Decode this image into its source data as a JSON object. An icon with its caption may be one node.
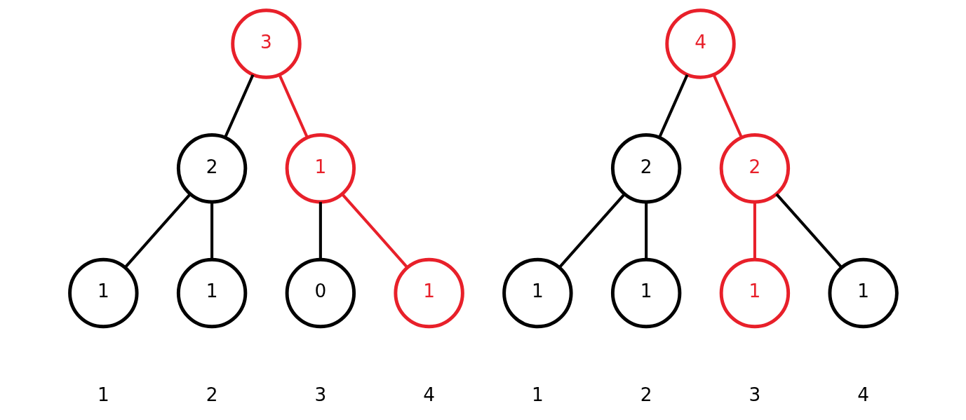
{
  "diagram": {
    "nodes": [
      {
        "text": [
          "3"
        ]
      },
      {
        "text": [
          "2"
        ]
      },
      {
        "text": [
          "1"
        ]
      },
      {
        "text": [
          "1"
        ],
        "beside": [
          "1"
        ]
      },
      {
        "text": [
          "1"
        ],
        "beside": [
          "2"
        ]
      },
      {
        "text": [
          "0"
        ],
        "beside": [
          "3"
        ]
      },
      {
        "text": [
          "1"
        ],
        "beside": [
          "4"
        ]
      },
      {
        "text": [
          "4"
        ]
      },
      {
        "text": [
          "2"
        ]
      },
      {
        "text": [
          "2"
        ]
      },
      {
        "text": [
          "1"
        ],
        "beside": [
          "1"
        ]
      },
      {
        "text": [
          "1"
        ],
        "beside": [
          "2"
        ]
      },
      {
        "text": [
          "1"
        ],
        "beside": [
          "3"
        ]
      },
      {
        "text": [
          "1"
        ],
        "beside": [
          "4"
        ]
      }
    ],
    "edges": [
      {
        "from": 0,
        "to": 1,
        "arrow": "none"
      },
      {
        "from": 0,
        "to": 2,
        "arrow": "none",
        "color": "#e8202a"
      },
      {
        "from": 1,
        "to": 3,
        "arrow": "none"
      },
      {
        "from": 1,
        "to": 4,
        "arrow": "none"
      },
      {
        "from": 2,
        "to": 5,
        "arrow": "none"
      },
      {
        "from": 2,
        "to": 6,
        "arrow": "none",
        "color": "#e8202a"
      },
      {
        "from": 7,
        "to": 8,
        "arrow": "none"
      },
      {
        "from": 7,
        "to": 9,
        "arrow": "none",
        "color": "#e8202a"
      },
      {
        "from": 8,
        "to": 10,
        "arrow": "none"
      },
      {
        "from": 8,
        "to": 11,
        "arrow": "none"
      },
      {
        "from": 9,
        "to": 12,
        "arrow": "none",
        "color": "#e8202a"
      },
      {
        "from": 9,
        "to": 13,
        "arrow": "none"
      }
    ]
  }
}
